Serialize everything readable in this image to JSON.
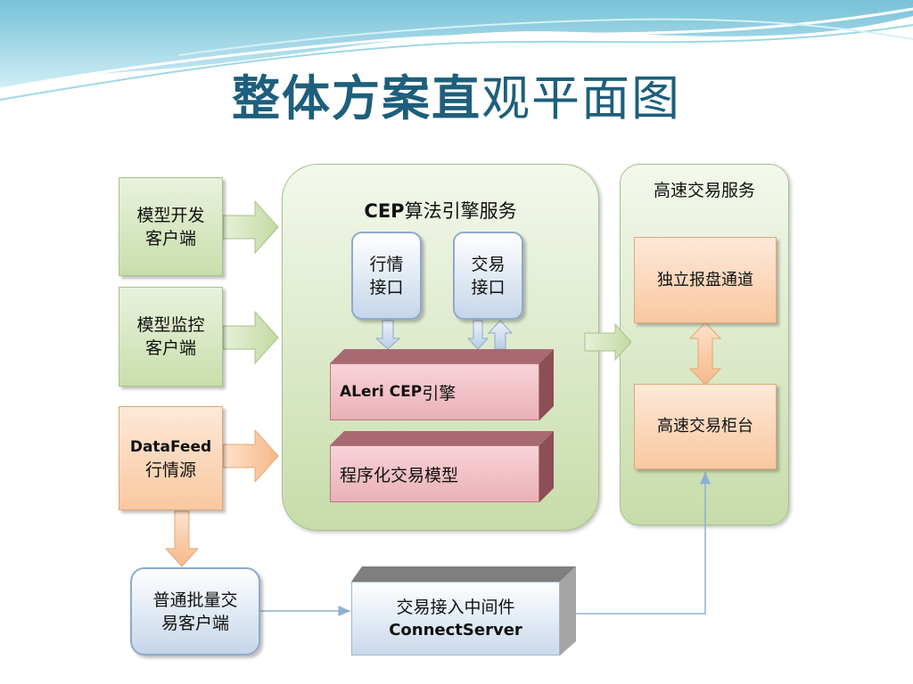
{
  "title": {
    "bold": "整体方案直",
    "normal": "观平面图"
  },
  "left_boxes": {
    "model_dev": "模型开发\n客户端",
    "model_monitor": "模型监控\n客户端",
    "datafeed_line1": "DataFeed",
    "datafeed_line2": "行情源"
  },
  "cep_panel": {
    "title_bold": "CEP",
    "title_rest": "算法引擎服务",
    "market_iface": "行情\n接口",
    "trade_iface": "交易\n接口",
    "aleri_bold": "ALeri CEP",
    "aleri_rest": "引擎",
    "program_model": "程序化交易模型"
  },
  "hft_panel": {
    "title": "高速交易服务",
    "channel": "独立报盘通道",
    "counter": "高速交易柜台"
  },
  "bottom": {
    "batch_client": "普通批量交\n易客户端",
    "middleware_line1": "交易接入中间件",
    "middleware_line2": "ConnectServer"
  },
  "colors": {
    "title": "#1d5f7c",
    "green": "#c9deac",
    "orange": "#f9c8a0",
    "blue": "#c5d6ea",
    "pink": "#eab1b8",
    "wave": "#7fc8dc"
  }
}
